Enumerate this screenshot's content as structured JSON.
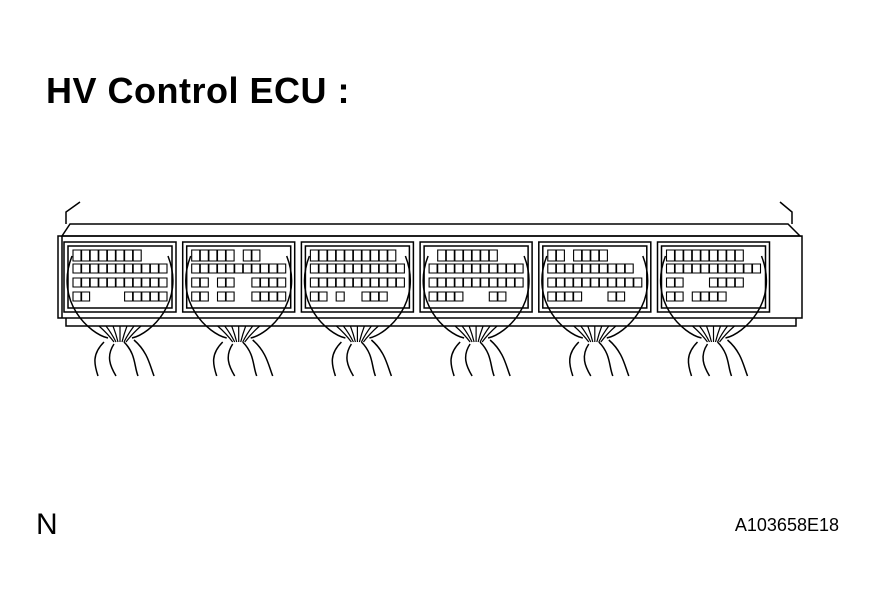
{
  "title": "HV Control ECU :",
  "corner_letter": "N",
  "figure_id": "A103658E18",
  "connector_count": 6,
  "colors": {
    "line": "#000000",
    "background": "#ffffff"
  }
}
